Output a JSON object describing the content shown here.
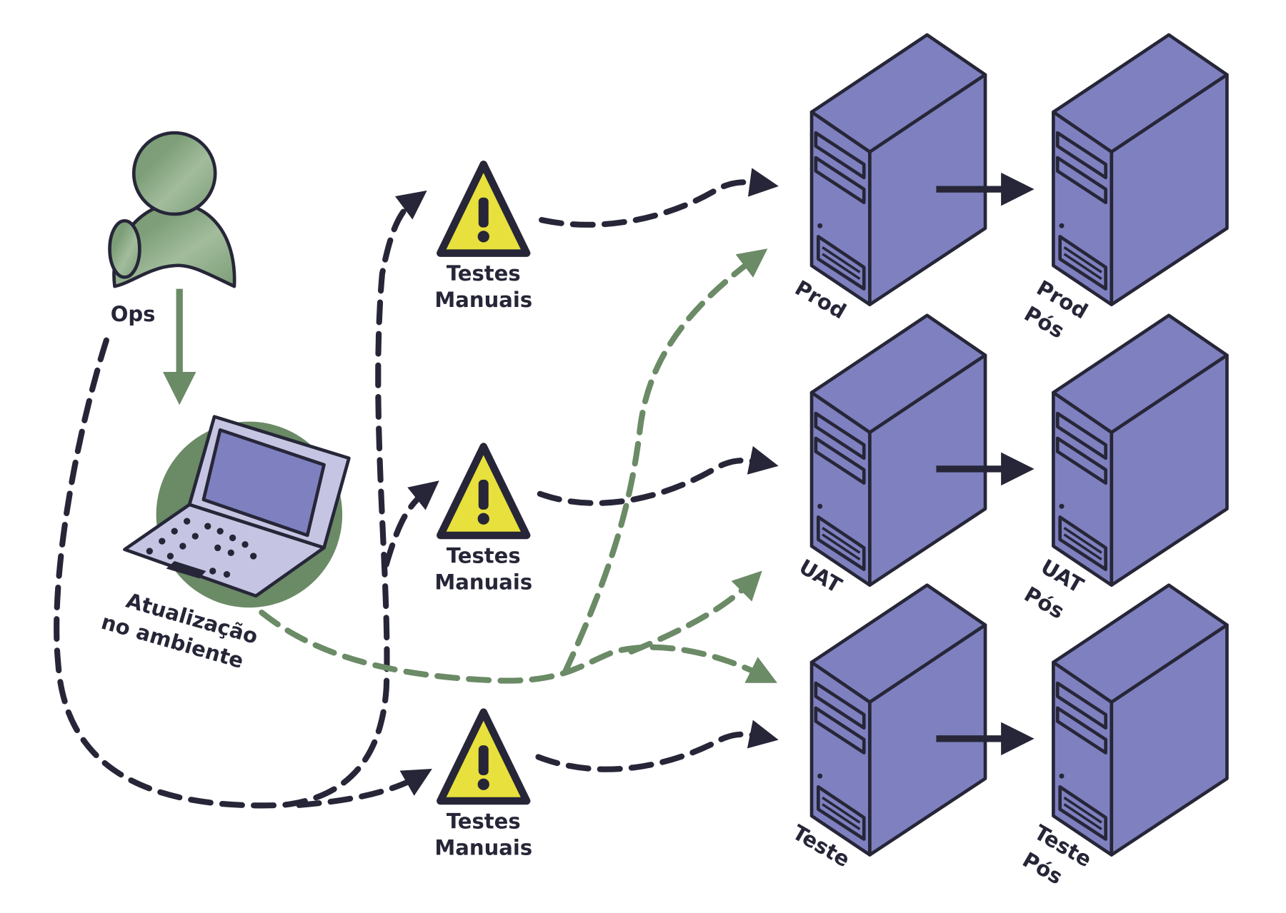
{
  "actor": {
    "label": "Ops",
    "icon": "user-icon"
  },
  "laptop": {
    "label_line1": "Atualização",
    "label_line2": "no ambiente",
    "icon": "laptop-icon"
  },
  "manual_tests": [
    {
      "line1": "Testes",
      "line2": "Manuais",
      "icon": "warning-icon"
    },
    {
      "line1": "Testes",
      "line2": "Manuais",
      "icon": "warning-icon"
    },
    {
      "line1": "Testes",
      "line2": "Manuais",
      "icon": "warning-icon"
    }
  ],
  "servers": [
    {
      "line1": "Prod",
      "line2": ""
    },
    {
      "line1": "Prod",
      "line2": "Pós"
    },
    {
      "line1": "UAT",
      "line2": ""
    },
    {
      "line1": "UAT",
      "line2": "Pós"
    },
    {
      "line1": "Teste",
      "line2": ""
    },
    {
      "line1": "Teste",
      "line2": "Pós"
    }
  ],
  "colors": {
    "server": "#7f80bf",
    "actor": "#7d9e78",
    "warning": "#e8e03c",
    "ink": "#262638",
    "green_arrow": "#6b8a66"
  }
}
